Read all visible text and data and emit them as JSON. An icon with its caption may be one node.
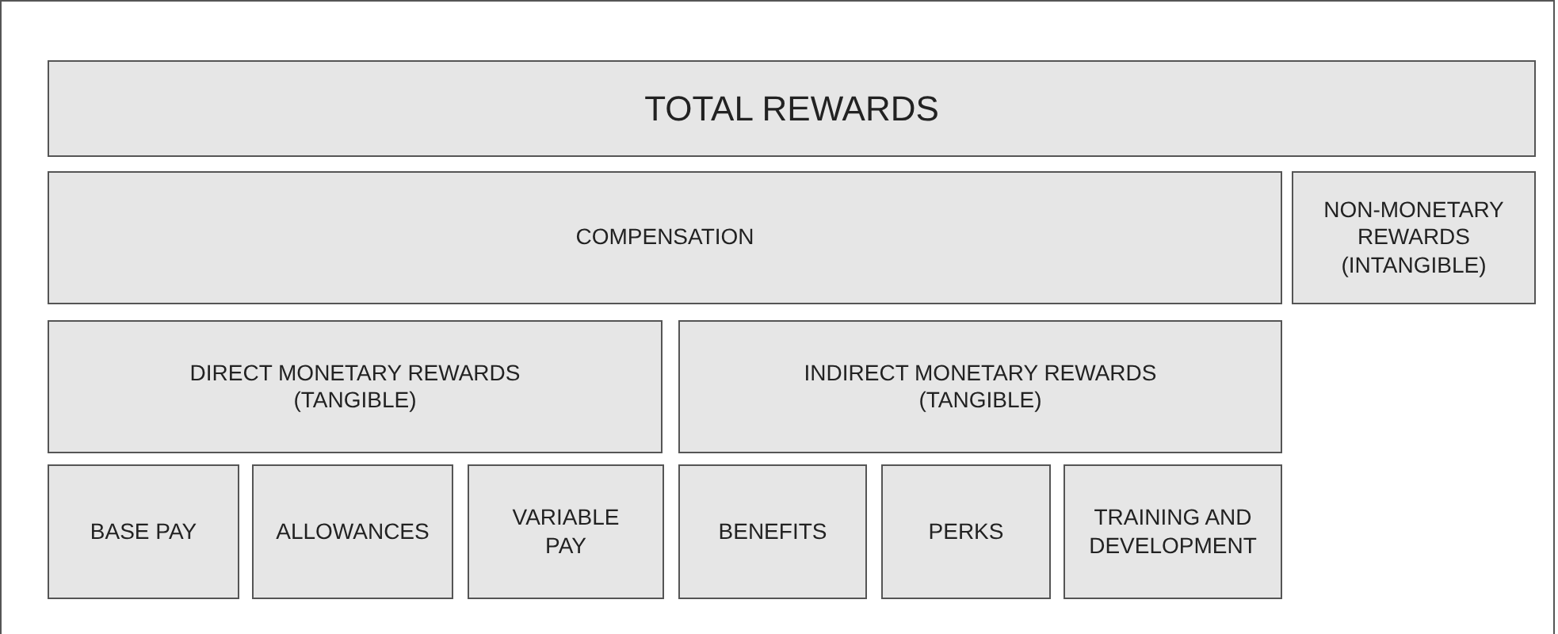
{
  "diagram": {
    "nodes": [
      {
        "text": [
          "TOTAL REWARDS"
        ]
      },
      {
        "text": [
          "COMPENSATION"
        ]
      },
      {
        "text": [
          "NON-MONETARY REWARDS (INTANGIBLE)"
        ]
      },
      {
        "text": [
          "DIRECT MONETARY REWARDS (TANGIBLE)"
        ]
      },
      {
        "text": [
          "INDIRECT MONETARY REWARDS (TANGIBLE)"
        ]
      },
      {
        "text": [
          "BASE PAY"
        ]
      },
      {
        "text": [
          "ALLOWANCES"
        ]
      },
      {
        "text": [
          "VARIABLE PAY"
        ]
      },
      {
        "text": [
          "BENEFITS"
        ]
      },
      {
        "text": [
          "PERKS"
        ]
      },
      {
        "text": [
          "TRAINING AND DEVELOPMENT"
        ]
      }
    ]
  }
}
